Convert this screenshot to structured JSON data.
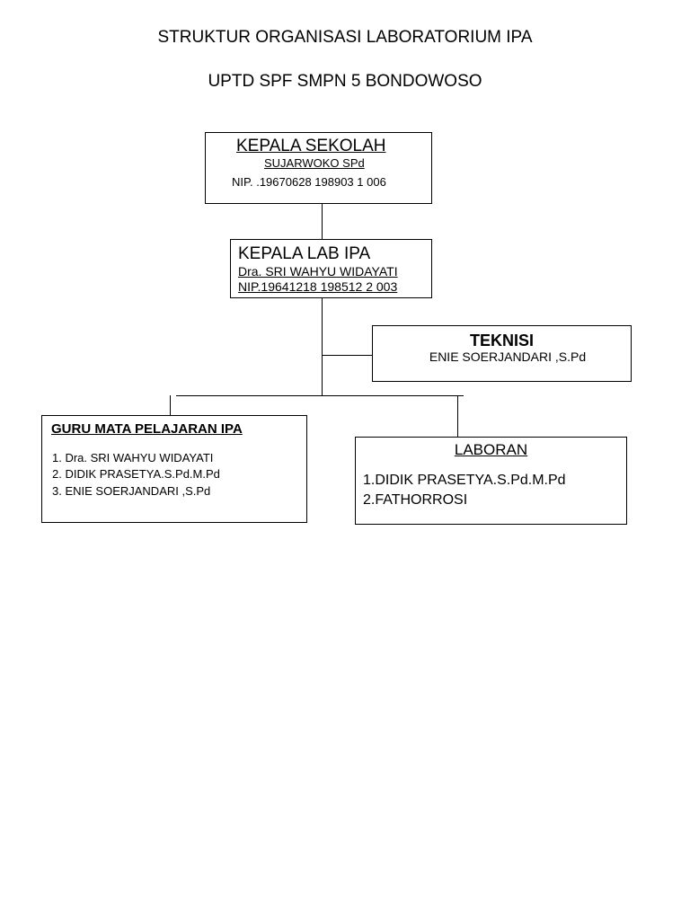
{
  "title": "STRUKTUR ORGANISASI LABORATORIUM IPA",
  "subtitle": "UPTD SPF SMPN 5 BONDOWOSO",
  "kepala_sekolah": {
    "heading": "KEPALA SEKOLAH",
    "name": "SUJARWOKO SPd",
    "nip": "NIP. .19670628 198903 1 006"
  },
  "kepala_lab": {
    "heading": "KEPALA  LAB  IPA",
    "name": "Dra. SRI WAHYU WIDAYATI",
    "nip": "NIP.19641218 198512 2 003"
  },
  "teknisi": {
    "heading": "TEKNISI",
    "name": "ENIE SOERJANDARI ,S.Pd"
  },
  "guru": {
    "heading": "GURU MATA PELAJARAN IPA",
    "members": [
      "1. Dra. SRI WAHYU WIDAYATI",
      "2. DIDIK  PRASETYA.S.Pd.M.Pd",
      "3. ENIE SOERJANDARI ,S.Pd"
    ]
  },
  "laboran": {
    "heading": "LABORAN",
    "members": [
      "1.DIDIK  PRASETYA.S.Pd.M.Pd",
      "2.FATHORROSI"
    ]
  }
}
